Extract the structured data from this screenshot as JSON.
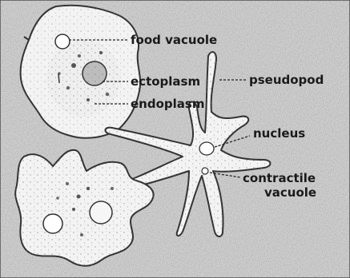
{
  "diagram": {
    "labels": {
      "food_vacuole": "food vacuole",
      "ectoplasm": "ectoplasm",
      "endoplasm": "endoplasm",
      "pseudopod": "pseudopod",
      "nucleus": "nucleus",
      "contractile_line1": "contractile",
      "contractile_line2": "vacuole"
    },
    "colors": {
      "background": "#d9d9d9",
      "cell_fill": "#f4f4f4",
      "outline": "#3a3a3a",
      "text": "#1a1a1a"
    }
  }
}
